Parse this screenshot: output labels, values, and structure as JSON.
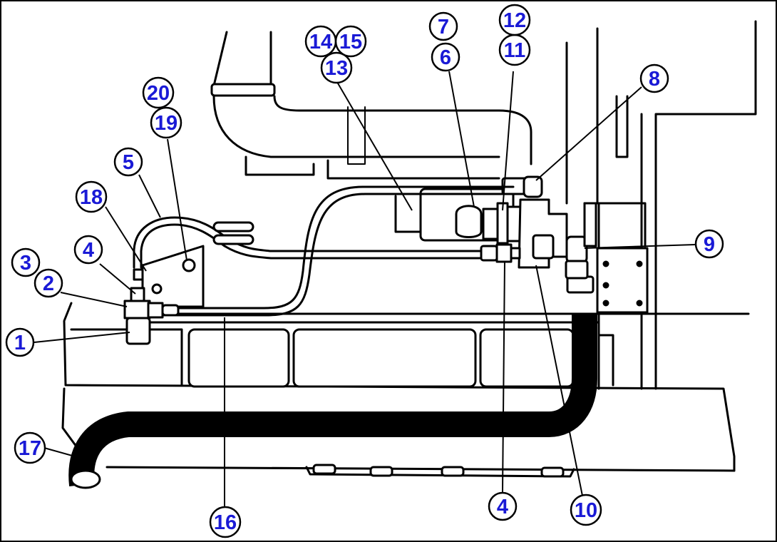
{
  "callouts": [
    {
      "id": "c1",
      "label": "1"
    },
    {
      "id": "c2",
      "label": "2"
    },
    {
      "id": "c3",
      "label": "3"
    },
    {
      "id": "c4a",
      "label": "4"
    },
    {
      "id": "c4b",
      "label": "4"
    },
    {
      "id": "c5",
      "label": "5"
    },
    {
      "id": "c6",
      "label": "6"
    },
    {
      "id": "c7",
      "label": "7"
    },
    {
      "id": "c8",
      "label": "8"
    },
    {
      "id": "c9",
      "label": "9"
    },
    {
      "id": "c10",
      "label": "10"
    },
    {
      "id": "c11",
      "label": "11"
    },
    {
      "id": "c12",
      "label": "12"
    },
    {
      "id": "c13",
      "label": "13"
    },
    {
      "id": "c14",
      "label": "14"
    },
    {
      "id": "c15",
      "label": "15"
    },
    {
      "id": "c16",
      "label": "16"
    },
    {
      "id": "c17",
      "label": "17"
    },
    {
      "id": "c18",
      "label": "18"
    },
    {
      "id": "c19",
      "label": "19"
    },
    {
      "id": "c20",
      "label": "20"
    }
  ],
  "colors": {
    "callout_text": "#1a1ad6",
    "line": "#000000",
    "background": "#ffffff"
  }
}
